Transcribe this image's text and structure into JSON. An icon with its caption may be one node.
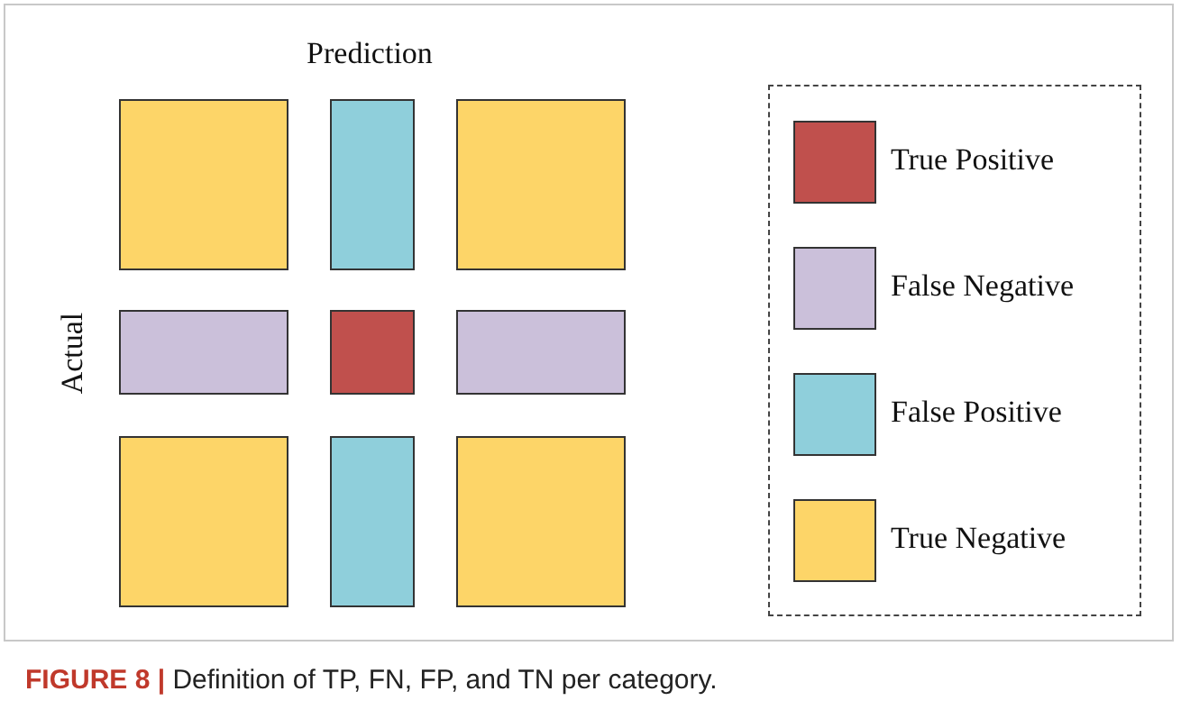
{
  "diagram": {
    "caption": "**FIGURE 8 |** Definition of TP, FN, FP, and TN per category.",
    "labels": [
      "Prediction",
      "Actual"
    ],
    "legend": [
      {
        "text": "True Positive",
        "color": "#c0504d"
      },
      {
        "text": "False Negative",
        "color": "#cbc0da"
      },
      {
        "text": "False Positive",
        "color": "#8fcfdb"
      },
      {
        "text": "True Negative",
        "color": "#fdd568"
      }
    ]
  }
}
